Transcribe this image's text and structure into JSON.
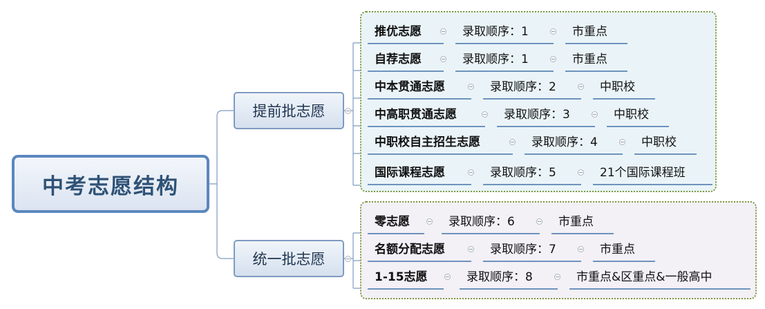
{
  "root": {
    "title": "中考志愿结构"
  },
  "branches": [
    {
      "label": "提前批志愿",
      "items": [
        {
          "name": "推优志愿",
          "order": "录取顺序：1",
          "scope": "市重点"
        },
        {
          "name": "自荐志愿",
          "order": "录取顺序：1",
          "scope": "市重点"
        },
        {
          "name": "中本贯通志愿",
          "order": "录取顺序：2",
          "scope": "中职校"
        },
        {
          "name": "中高职贯通志愿",
          "order": "录取顺序：3",
          "scope": "中职校"
        },
        {
          "name": "中职校自主招生志愿",
          "order": "录取顺序：4",
          "scope": "中职校"
        },
        {
          "name": "国际课程志愿",
          "order": "录取顺序：5",
          "scope": "21个国际课程班"
        }
      ]
    },
    {
      "label": "统一批志愿",
      "items": [
        {
          "name": "零志愿",
          "order": "录取顺序：6",
          "scope": "市重点"
        },
        {
          "name": "名额分配志愿",
          "order": "录取顺序：7",
          "scope": "市重点"
        },
        {
          "name": "1-15志愿",
          "order": "录取顺序：8",
          "scope": "市重点&区重点&一般高中"
        }
      ]
    }
  ],
  "colors": {
    "root_border": "#5b87be",
    "branch_border": "#7e9bc1",
    "group_border": "#7d9a3c",
    "early_group_fill": "#eaf4f8",
    "unified_group_fill": "#f3f0f6",
    "underline": "#6e93bd"
  }
}
